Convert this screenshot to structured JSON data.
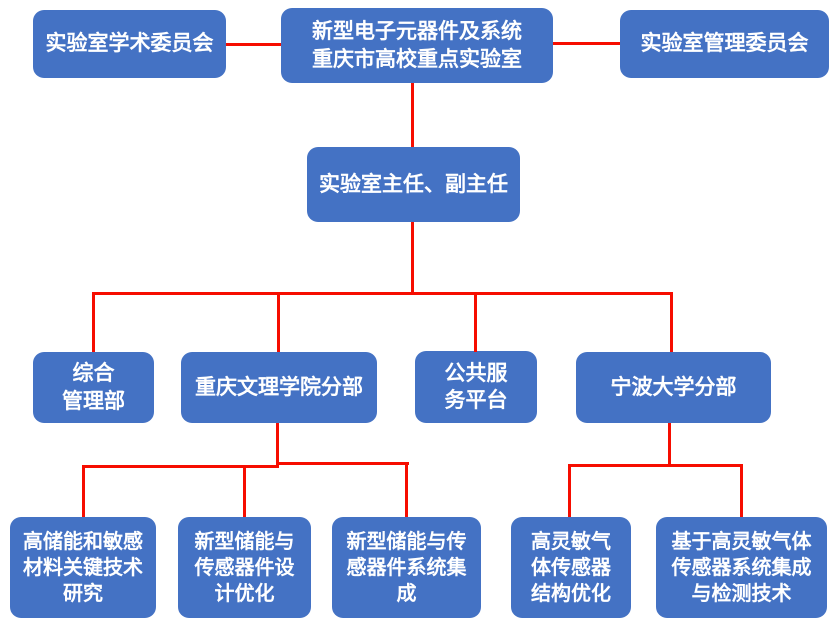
{
  "colors": {
    "background": "#FFFFFF",
    "box_fill": "#4472C4",
    "box_text": "#FFFFFF",
    "connector": "#F60D00"
  },
  "org": {
    "type": "org-chart",
    "nodes": {
      "academic": {
        "lines": [
          "实验室学术委员会"
        ]
      },
      "root": {
        "lines": [
          "新型电子元器件及系统",
          "重庆市高校重点实验室"
        ]
      },
      "management": {
        "lines": [
          "实验室管理委员会"
        ]
      },
      "director": {
        "lines": [
          "实验室主任、副主任"
        ]
      },
      "admin_dept": {
        "lines": [
          "综合",
          "管理部"
        ]
      },
      "cqwl_branch": {
        "lines": [
          "重庆文理学院分部"
        ]
      },
      "public_platform": {
        "lines": [
          "公共服",
          "务平台"
        ]
      },
      "ningbo_branch": {
        "lines": [
          "宁波大学分部"
        ]
      },
      "research1": {
        "lines": [
          "高储能和敏感",
          "材料关键技术",
          "研究"
        ]
      },
      "research2": {
        "lines": [
          "新型储能与",
          "传感器件设",
          "计优化"
        ]
      },
      "research3": {
        "lines": [
          "新型储能与传",
          "感器件系统集",
          "成"
        ]
      },
      "research4": {
        "lines": [
          "高灵敏气",
          "体传感器",
          "结构优化"
        ]
      },
      "research5": {
        "lines": [
          "基于高灵敏气体",
          "传感器系统集成",
          "与检测技术"
        ]
      }
    },
    "edges": [
      [
        "root",
        "academic"
      ],
      [
        "root",
        "management"
      ],
      [
        "root",
        "director"
      ],
      [
        "director",
        "admin_dept"
      ],
      [
        "director",
        "cqwl_branch"
      ],
      [
        "director",
        "public_platform"
      ],
      [
        "director",
        "ningbo_branch"
      ],
      [
        "cqwl_branch",
        "research1"
      ],
      [
        "cqwl_branch",
        "research2"
      ],
      [
        "cqwl_branch",
        "research3"
      ],
      [
        "ningbo_branch",
        "research4"
      ],
      [
        "ningbo_branch",
        "research5"
      ]
    ]
  }
}
